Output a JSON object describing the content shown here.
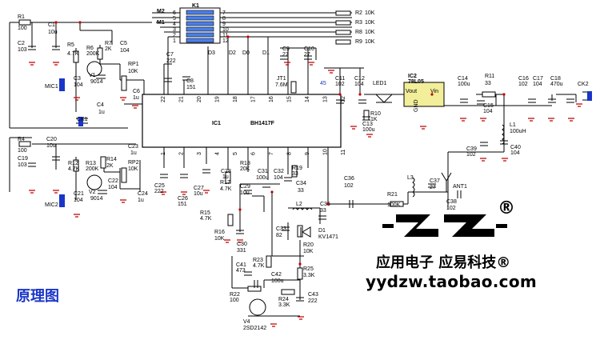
{
  "caption": "原理图",
  "brand": {
    "chinese": "应用电子 应易科技®",
    "url": "yydzw.taobao.com",
    "registered_mark": "®",
    "logo_color": "#000000"
  },
  "colors": {
    "wire": "#000000",
    "ground": "#c00000",
    "caption": "#1a35c8",
    "led_module": "#f2ee9a"
  },
  "ic1": {
    "ref": "IC1",
    "part": "BH1417F",
    "top_pins": [
      "22",
      "21",
      "20",
      "19",
      "18",
      "17",
      "16",
      "15",
      "14",
      "13",
      "12"
    ],
    "bottom_pins": [
      "1",
      "2",
      "3",
      "4",
      "5",
      "6",
      "7",
      "8",
      "9",
      "10",
      "11"
    ]
  },
  "switch_block": {
    "ref": "K1",
    "left_numbers": [
      "6",
      "5",
      "4",
      "3",
      "2",
      "1"
    ],
    "right_numbers": [
      "7",
      "8",
      "9",
      "10",
      "11",
      "12"
    ],
    "row_labels": [
      "M2",
      "M1"
    ]
  },
  "resistors": [
    {
      "ref": "R1",
      "value": "100"
    },
    {
      "ref": "R2",
      "value": "10K"
    },
    {
      "ref": "R3",
      "value": "10K"
    },
    {
      "ref": "R4",
      "value": "100"
    },
    {
      "ref": "R5",
      "value": "4.7K"
    },
    {
      "ref": "R6",
      "value": "200K"
    },
    {
      "ref": "R7",
      "value": "2K"
    },
    {
      "ref": "R8",
      "value": "10K"
    },
    {
      "ref": "R9",
      "value": "10K"
    },
    {
      "ref": "R10",
      "value": "1K"
    },
    {
      "ref": "R11",
      "value": "33"
    },
    {
      "ref": "R12",
      "value": "4.7K"
    },
    {
      "ref": "R13",
      "value": "200K"
    },
    {
      "ref": "R14",
      "value": "2K"
    },
    {
      "ref": "R15",
      "value": "4.7K"
    },
    {
      "ref": "R16",
      "value": "10K"
    },
    {
      "ref": "R17",
      "value": "4.7K"
    },
    {
      "ref": "R18",
      "value": "20K"
    },
    {
      "ref": "R19",
      "value": "33"
    },
    {
      "ref": "R20",
      "value": "10K"
    },
    {
      "ref": "R21",
      "value": "100K"
    },
    {
      "ref": "R22",
      "value": "100"
    },
    {
      "ref": "R23",
      "value": "4.7K"
    },
    {
      "ref": "R24",
      "value": "3.3K"
    },
    {
      "ref": "R25",
      "value": "3.3K"
    },
    {
      "ref": "RP1",
      "value": "10K"
    },
    {
      "ref": "RP2",
      "value": "10K"
    }
  ],
  "capacitors": [
    {
      "ref": "C1",
      "value": "10u"
    },
    {
      "ref": "C2",
      "value": "103"
    },
    {
      "ref": "C3",
      "value": "104"
    },
    {
      "ref": "C4",
      "value": "1u"
    },
    {
      "ref": "C5",
      "value": "104"
    },
    {
      "ref": "C6",
      "value": "1u"
    },
    {
      "ref": "C7",
      "value": "222"
    },
    {
      "ref": "C8",
      "value": "151"
    },
    {
      "ref": "C9",
      "value": "27"
    },
    {
      "ref": "C10",
      "value": "27"
    },
    {
      "ref": "C11",
      "value": "102"
    },
    {
      "ref": "C12",
      "value": "104"
    },
    {
      "ref": "C13",
      "value": "100u"
    },
    {
      "ref": "C14",
      "value": "100u"
    },
    {
      "ref": "C15",
      "value": "104"
    },
    {
      "ref": "C16",
      "value": "102"
    },
    {
      "ref": "C17",
      "value": "104"
    },
    {
      "ref": "C18",
      "value": "470u"
    },
    {
      "ref": "C19",
      "value": "103"
    },
    {
      "ref": "C20",
      "value": "10u"
    },
    {
      "ref": "C21",
      "value": "104"
    },
    {
      "ref": "C22",
      "value": "104"
    },
    {
      "ref": "C23",
      "value": "1u"
    },
    {
      "ref": "C24",
      "value": "1u"
    },
    {
      "ref": "C25",
      "value": "222"
    },
    {
      "ref": "C26",
      "value": "151"
    },
    {
      "ref": "C27",
      "value": "10u"
    },
    {
      "ref": "C28",
      "value": "1u"
    },
    {
      "ref": "C29",
      "value": "10u"
    },
    {
      "ref": "C30",
      "value": "331"
    },
    {
      "ref": "C31",
      "value": "100u"
    },
    {
      "ref": "C32",
      "value": "104"
    },
    {
      "ref": "C33",
      "value": "82"
    },
    {
      "ref": "C34",
      "value": "33"
    },
    {
      "ref": "C35",
      "value": "33"
    },
    {
      "ref": "C36",
      "value": "102"
    },
    {
      "ref": "C37",
      "value": "27"
    },
    {
      "ref": "C38",
      "value": "102"
    },
    {
      "ref": "C39",
      "value": "102"
    },
    {
      "ref": "C40",
      "value": "104"
    },
    {
      "ref": "C41",
      "value": "473"
    },
    {
      "ref": "C42",
      "value": "100u"
    },
    {
      "ref": "C43",
      "value": "222"
    }
  ],
  "transistors": [
    {
      "ref": "V1",
      "part": "9014"
    },
    {
      "ref": "V2",
      "part": "9014"
    },
    {
      "ref": "V4",
      "part": "2SD2142"
    }
  ],
  "other_parts": {
    "crystal": {
      "ref": "JT1",
      "value": "7.6M"
    },
    "led": {
      "ref": "LED1"
    },
    "regulator": {
      "ref": "IC2",
      "part": "78L05",
      "pin_out": "Vout",
      "pin_in": "Vin",
      "pin_gnd": "GND"
    },
    "inductor_l1": {
      "ref": "L1",
      "value": "100uH"
    },
    "inductor_l2": {
      "ref": "L2"
    },
    "inductor_l3": {
      "ref": "L3"
    },
    "varactor": {
      "ref": "D1",
      "part": "KV1471"
    },
    "mic1": "MIC1",
    "mic2": "MIC2",
    "antenna": "ANT1",
    "jack_ck1": "CK1",
    "jack_ck2": "CK2",
    "data_lines": [
      "D3",
      "D2",
      "D0",
      "D1"
    ],
    "pin_marker": "45"
  }
}
